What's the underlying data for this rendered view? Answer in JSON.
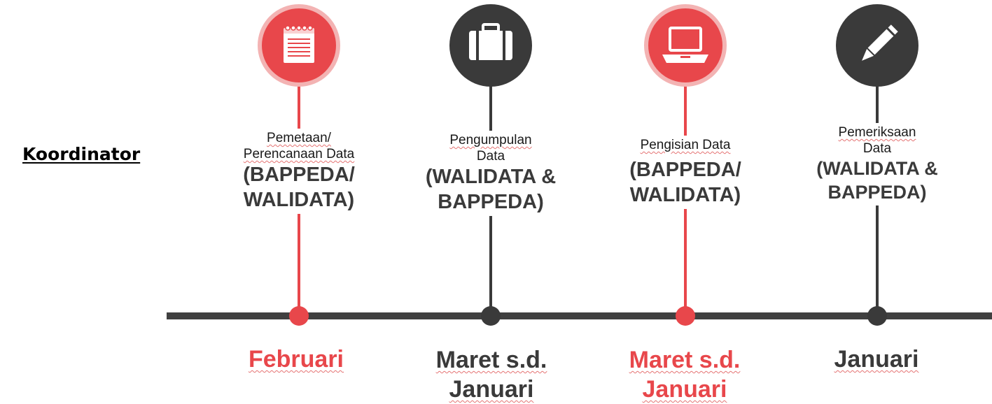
{
  "side_label": "Koordinator",
  "colors": {
    "red": "#e8474b",
    "dark": "#3a3a3a",
    "axis": "#404040"
  },
  "stages": [
    {
      "icon": "notepad-icon",
      "color": "red",
      "title": [
        "Pemetaan/",
        "Perencanaan Data"
      ],
      "coordinator": [
        "(BAPPEDA/",
        "WALIDATA)"
      ],
      "period": [
        "Februari"
      ]
    },
    {
      "icon": "briefcase-icon",
      "color": "dark",
      "title": [
        "Pengumpulan",
        "Data"
      ],
      "coordinator": [
        "(WALIDATA &",
        "BAPPEDA)"
      ],
      "period": [
        "Maret s.d.",
        "Januari"
      ]
    },
    {
      "icon": "laptop-icon",
      "color": "red",
      "title": [
        "Pengisian Data"
      ],
      "coordinator": [
        "(BAPPEDA/",
        "WALIDATA)"
      ],
      "period": [
        "Maret s.d.",
        "Januari"
      ]
    },
    {
      "icon": "pencil-icon",
      "color": "dark",
      "title": [
        "Pemeriksaan",
        "Data"
      ],
      "coordinator": [
        "(WALIDATA &",
        "BAPPEDA)"
      ],
      "period": [
        "Januari"
      ]
    }
  ]
}
